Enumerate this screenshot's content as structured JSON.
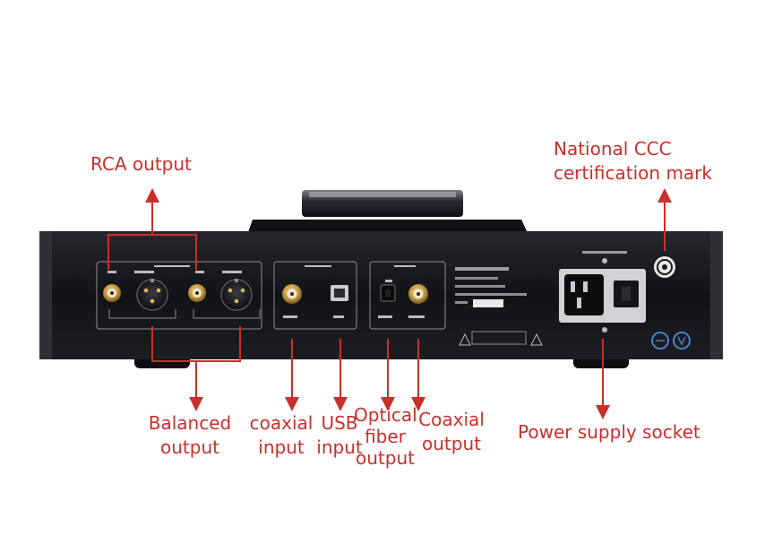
{
  "labels": {
    "rca": "RCA output",
    "ccc": [
      "National CCC",
      "certification mark"
    ],
    "balanced": [
      "Balanced",
      "output"
    ],
    "coaxial_in": [
      "coaxial",
      "input"
    ],
    "usb_in": [
      "USB",
      "input"
    ],
    "optical": [
      "Optical",
      "fiber",
      "output"
    ],
    "coaxial_out": [
      "Coaxial",
      "output"
    ],
    "power": "Power supply socket"
  },
  "colors": {
    "annotation": "#c8302c",
    "chassis": "#15161a",
    "panel_line": "#8a8d94",
    "gold": "#c9a24a"
  },
  "icons": [
    "ccc-mark-icon",
    "warning-icon",
    "recycle-icon"
  ]
}
